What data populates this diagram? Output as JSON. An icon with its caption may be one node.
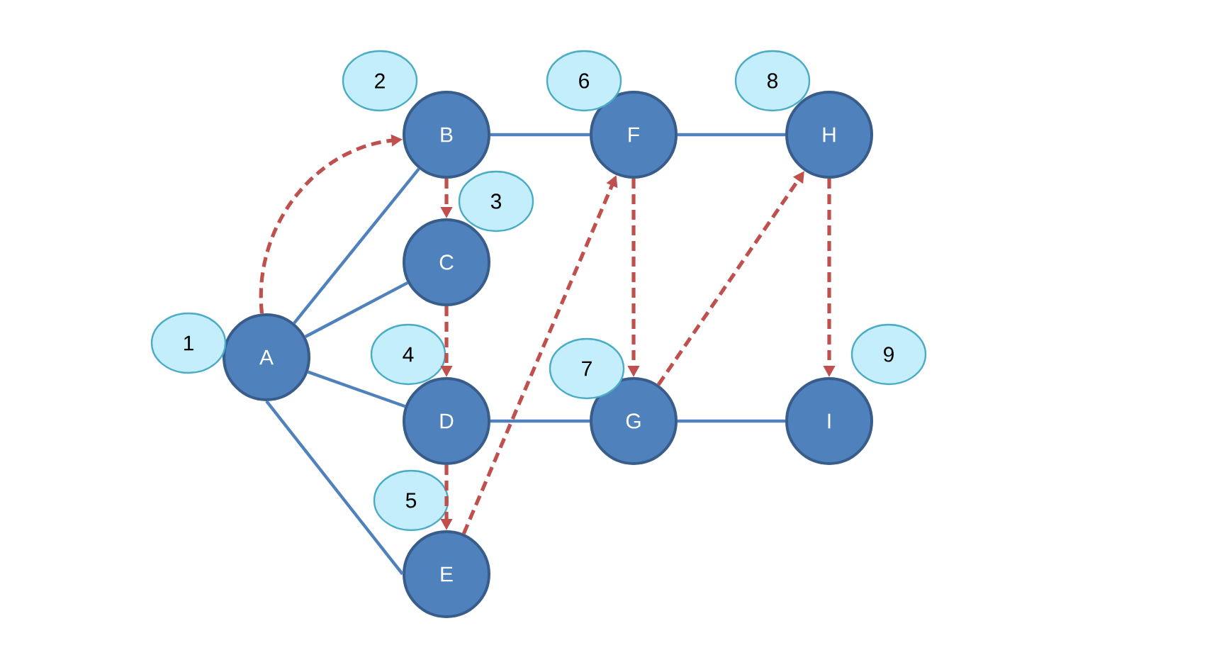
{
  "diagram": {
    "nodes": [
      {
        "text": [
          "A"
        ]
      },
      {
        "text": [
          "B"
        ]
      },
      {
        "text": [
          "C"
        ]
      },
      {
        "text": [
          "D"
        ]
      },
      {
        "text": [
          "E"
        ]
      },
      {
        "text": [
          "F"
        ]
      },
      {
        "text": [
          "G"
        ]
      },
      {
        "text": [
          "H"
        ]
      },
      {
        "text": [
          "I"
        ]
      },
      {
        "text": [
          "1"
        ]
      },
      {
        "text": [
          "2"
        ]
      },
      {
        "text": [
          "3"
        ]
      },
      {
        "text": [
          "4"
        ]
      },
      {
        "text": [
          "5"
        ]
      },
      {
        "text": [
          "6"
        ]
      },
      {
        "text": [
          "7"
        ]
      },
      {
        "text": [
          "8"
        ]
      },
      {
        "text": [
          "9"
        ]
      }
    ],
    "edges": [
      {
        "from": 0,
        "to": 1,
        "arrow": "none"
      },
      {
        "from": 0,
        "to": 2,
        "arrow": "none"
      },
      {
        "from": 0,
        "to": 3,
        "arrow": "none"
      },
      {
        "from": 0,
        "to": 4,
        "arrow": "none"
      },
      {
        "from": 1,
        "to": 5,
        "arrow": "none"
      },
      {
        "from": 5,
        "to": 7,
        "arrow": "none"
      },
      {
        "from": 3,
        "to": 6,
        "arrow": "none"
      },
      {
        "from": 6,
        "to": 8,
        "arrow": "none"
      },
      {
        "from": 0,
        "to": 1,
        "arrow": "to",
        "style": "dashed",
        "color": "#c0504d"
      },
      {
        "from": 1,
        "to": 2,
        "arrow": "to",
        "style": "dashed",
        "color": "#c0504d"
      },
      {
        "from": 2,
        "to": 3,
        "arrow": "to",
        "style": "dashed",
        "color": "#c0504d"
      },
      {
        "from": 3,
        "to": 4,
        "arrow": "to",
        "style": "dashed",
        "color": "#c0504d"
      },
      {
        "from": 4,
        "to": 5,
        "arrow": "to",
        "style": "dashed",
        "color": "#c0504d"
      },
      {
        "from": 5,
        "to": 6,
        "arrow": "to",
        "style": "dashed",
        "color": "#c0504d"
      },
      {
        "from": 6,
        "to": 7,
        "arrow": "to",
        "style": "dashed",
        "color": "#c0504d"
      },
      {
        "from": 7,
        "to": 8,
        "arrow": "to",
        "style": "dashed",
        "color": "#c0504d"
      }
    ]
  }
}
